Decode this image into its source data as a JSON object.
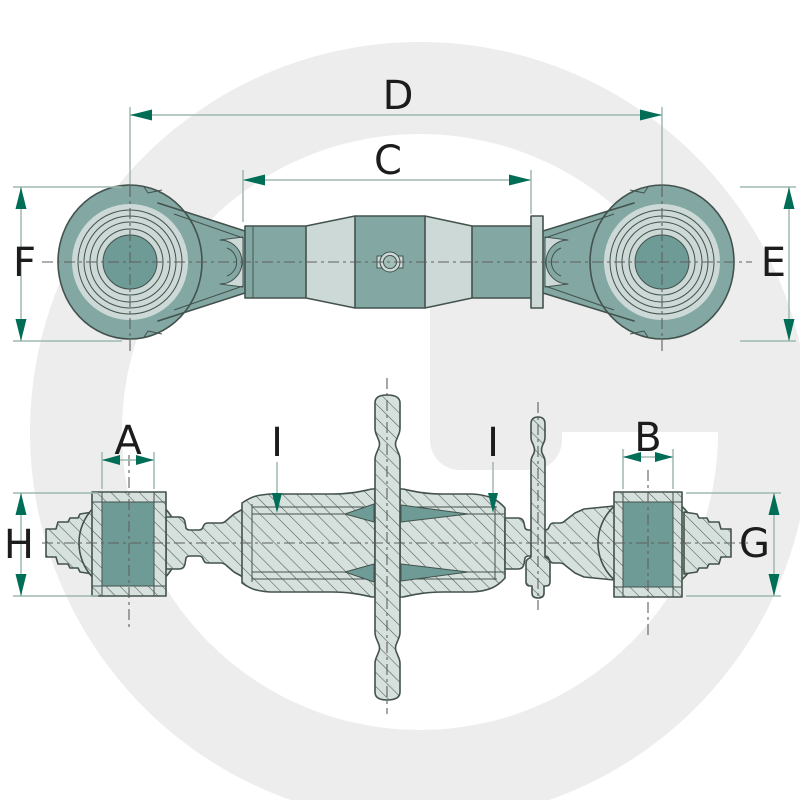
{
  "watermark": {
    "letter": "G"
  },
  "labels": {
    "D": "D",
    "C": "C",
    "F": "F",
    "E": "E",
    "A": "A",
    "B": "B",
    "G": "G",
    "H": "H",
    "I": "I"
  },
  "colors": {
    "background": "#ffffff",
    "watermark": "#ededed",
    "outline": "#43524d",
    "dimension_line": "#9fb9b1",
    "dimension_arrow": "#006e56",
    "centerline": "#5f5f5f",
    "label": "#1c1c1c",
    "part_light": "#ccd9d6",
    "part_mid": "#a3bdb8",
    "part_dark": "#83a8a3",
    "part_darker": "#6e9b96",
    "hatch_fill": "#d6e0dd",
    "hatch_line": "#4a5a55"
  }
}
